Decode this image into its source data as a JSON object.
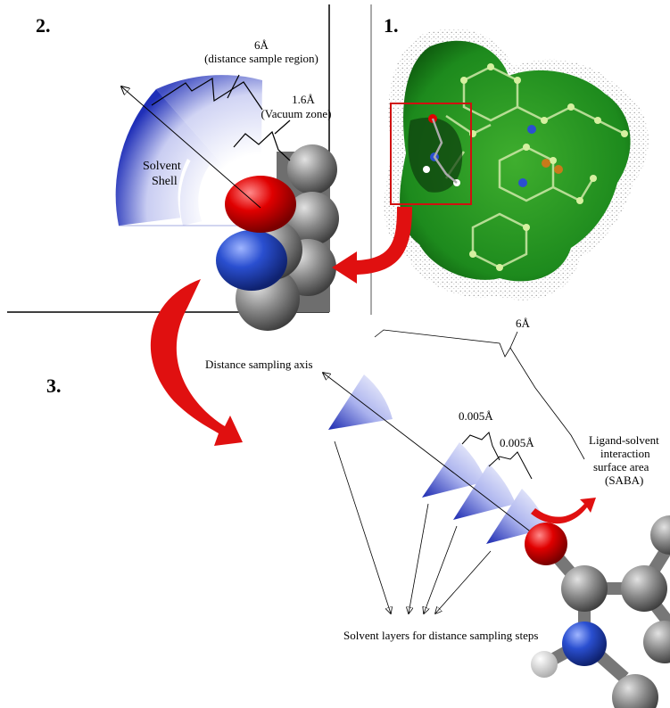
{
  "panels": {
    "p1": "1.",
    "p2": "2.",
    "p3": "3."
  },
  "panel2": {
    "region_value": "6Å",
    "region_desc": "(distance sample region)",
    "vacuum_value": "1.6Å",
    "vacuum_desc": "(Vacuum zone)",
    "shell_line1": "Solvent",
    "shell_line2": "Shell"
  },
  "panel3": {
    "total_distance": "6Å",
    "axis_label": "Distance sampling axis",
    "step1": "0.005Å",
    "step2": "0.005Å",
    "saba_line1": "Ligand-solvent",
    "saba_line2": "interaction",
    "saba_line3": "surface area",
    "saba_line4": "(SABA)",
    "layers_label": "Solvent layers for distance sampling steps"
  },
  "colors": {
    "shell_blue": "#1f2fb8",
    "oxygen_red": "#e00000",
    "nitrogen_blue": "#2a4fd0",
    "carbon_grey": "#8a8a8a",
    "surface_green": "#1f8f1f",
    "arrow_red": "#e01010"
  }
}
